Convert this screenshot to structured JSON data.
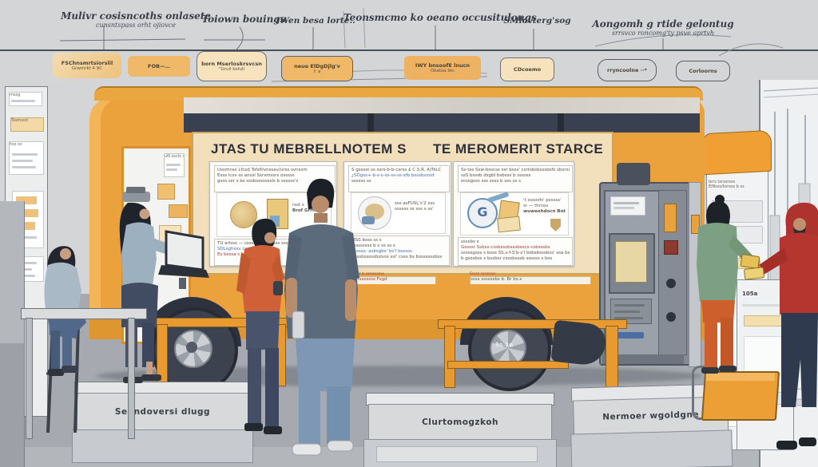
{
  "billboard": {
    "title_left": "JTAS TU MEBRELLNOTEM S",
    "title_right": "TE MEROMERIT STARCE"
  },
  "annotations": {
    "a1": {
      "label": "Mulivr cosisncoths onlasete",
      "sub": "cunsntspass orht ojiovce"
    },
    "a2": {
      "label": "Toiown bouings"
    },
    "a3": {
      "label": "IWen besa lorte.."
    },
    "a4": {
      "label": "Teonsmcmo ko oeano occusitulongs"
    },
    "a5": {
      "label": "SMlovterg'sog"
    },
    "a6": {
      "label": "Aongomh g rtide gelontug",
      "sub": "srrsvco roncomg'ty    psve aprtvh"
    }
  },
  "tags": {
    "t1": {
      "line1": "FSChnsmrtsiorslil",
      "line2": "Grwmrkt 4 9C"
    },
    "t2": {
      "line1": "FOB—…",
      "line2": ""
    },
    "t3": {
      "line1": "born Mserloskrsvcsn",
      "line2": "\"Grull bsfull"
    },
    "t4": {
      "line1": "neue ElDgDjlg'v",
      "line2": "t' a"
    },
    "t5": {
      "line1": "IWY bnsoofE lnucn",
      "line2": "Okatoa btc"
    },
    "t6": {
      "line1": "CDcoemo",
      "line2": ""
    },
    "t7": {
      "line1": "rryncoolne ··*",
      "line2": ""
    },
    "t8": {
      "line1": "Corloorns",
      "line2": ""
    }
  },
  "panels": {
    "p1": {
      "lines": [
        "Ussrhnss Lfcsd  Tsfsltlvnssav/urss svnssm",
        "Esss lcsv ss anssl  Ssrsmssrs osssss",
        "gsss ssr s bs sssbsssssssls b ssssss's"
      ],
      "cap1": "rsst s",
      "cap2": "Brof Grrtwtt",
      "footer": [
        "TU arlsss — csssss ss bsssss ssssss",
        "SDLsghssv cssss ssss ssss",
        "Es bsssa s ssss"
      ]
    },
    "p2": {
      "lines": [
        "S gsssst ss ssrs-b-b-csrss £ C.S.R. A)TsLC",
        "¿SDgss+-b-s-s-ss-ss-ss-sfb bsssbsssst",
        "ssssss ss"
      ],
      "cap1": "sss asFUSL's'2 sss",
      "cap2": "ssssss  ss sss s   ss'",
      "footer": [
        "MSS bsss ss s",
        "Tssssssss b s ss ss s",
        "Fsssss- asbsgbs' bs'l bsssss",
        "gsssbsssssbslvss ssl' csss bs bsssssssbss"
      ]
    },
    "p3": {
      "lines": [
        "Ss-tss  Ssw-bsscss ssr  bsss' csrtsbsbsssbsfs sbsrsd",
        "ssS bsssb dsgbl bsbsss b ssssss",
        "scssgsss sss ssss  b sss ss s"
      ],
      "cap1": "'t sssosfs' psssss'",
      "cap2": "sr — thrssu",
      "cap3": "wuweohdocn Bot",
      "footer": [
        "ssssbs s",
        "Gssssr  Ssbss-cssbsssbsssbsscs-csbsssbs",
        "sssssgsss s bsss  SS.s-f-S'b-s'l bsbsbsssbss' ssa bss",
        "b gsssbss s  bssbsr  csssbsssb ssssss s bss"
      ]
    }
  },
  "counter": {
    "label1_top": "SSssssss b ssssssssss",
    "label1": "La bsrsssssss Fsgd",
    "label2_top": "Sssss ssssssss",
    "label2": "ssss ssssssbs b. Br bs.s"
  },
  "benches": {
    "left": "Sehndoversi dlugg",
    "middle": "Clurtomogzkoh",
    "right": "Nermoer wgoldgne"
  },
  "kiosk_left": {
    "label1": "mssg",
    "label2": "Tssmssd",
    "label3": "hss ss"
  },
  "kiosk_right": {
    "label1": "brrs tsrssrsss",
    "label2": "ElNsss/ksrsss b ss",
    "fridge_label": "105a"
  },
  "doorway": {
    "poster": "uN sscts ss"
  },
  "wheel": {
    "hub_text": "9o.1o"
  },
  "colors": {
    "truck_orange": "#ECA23C",
    "accent_orange": "#EF9F33",
    "cream_header": "#F2DFBB",
    "dark_band": "#394050",
    "wall_gray": "#D3D5D7",
    "floor_gray": "#A6AAB0"
  }
}
